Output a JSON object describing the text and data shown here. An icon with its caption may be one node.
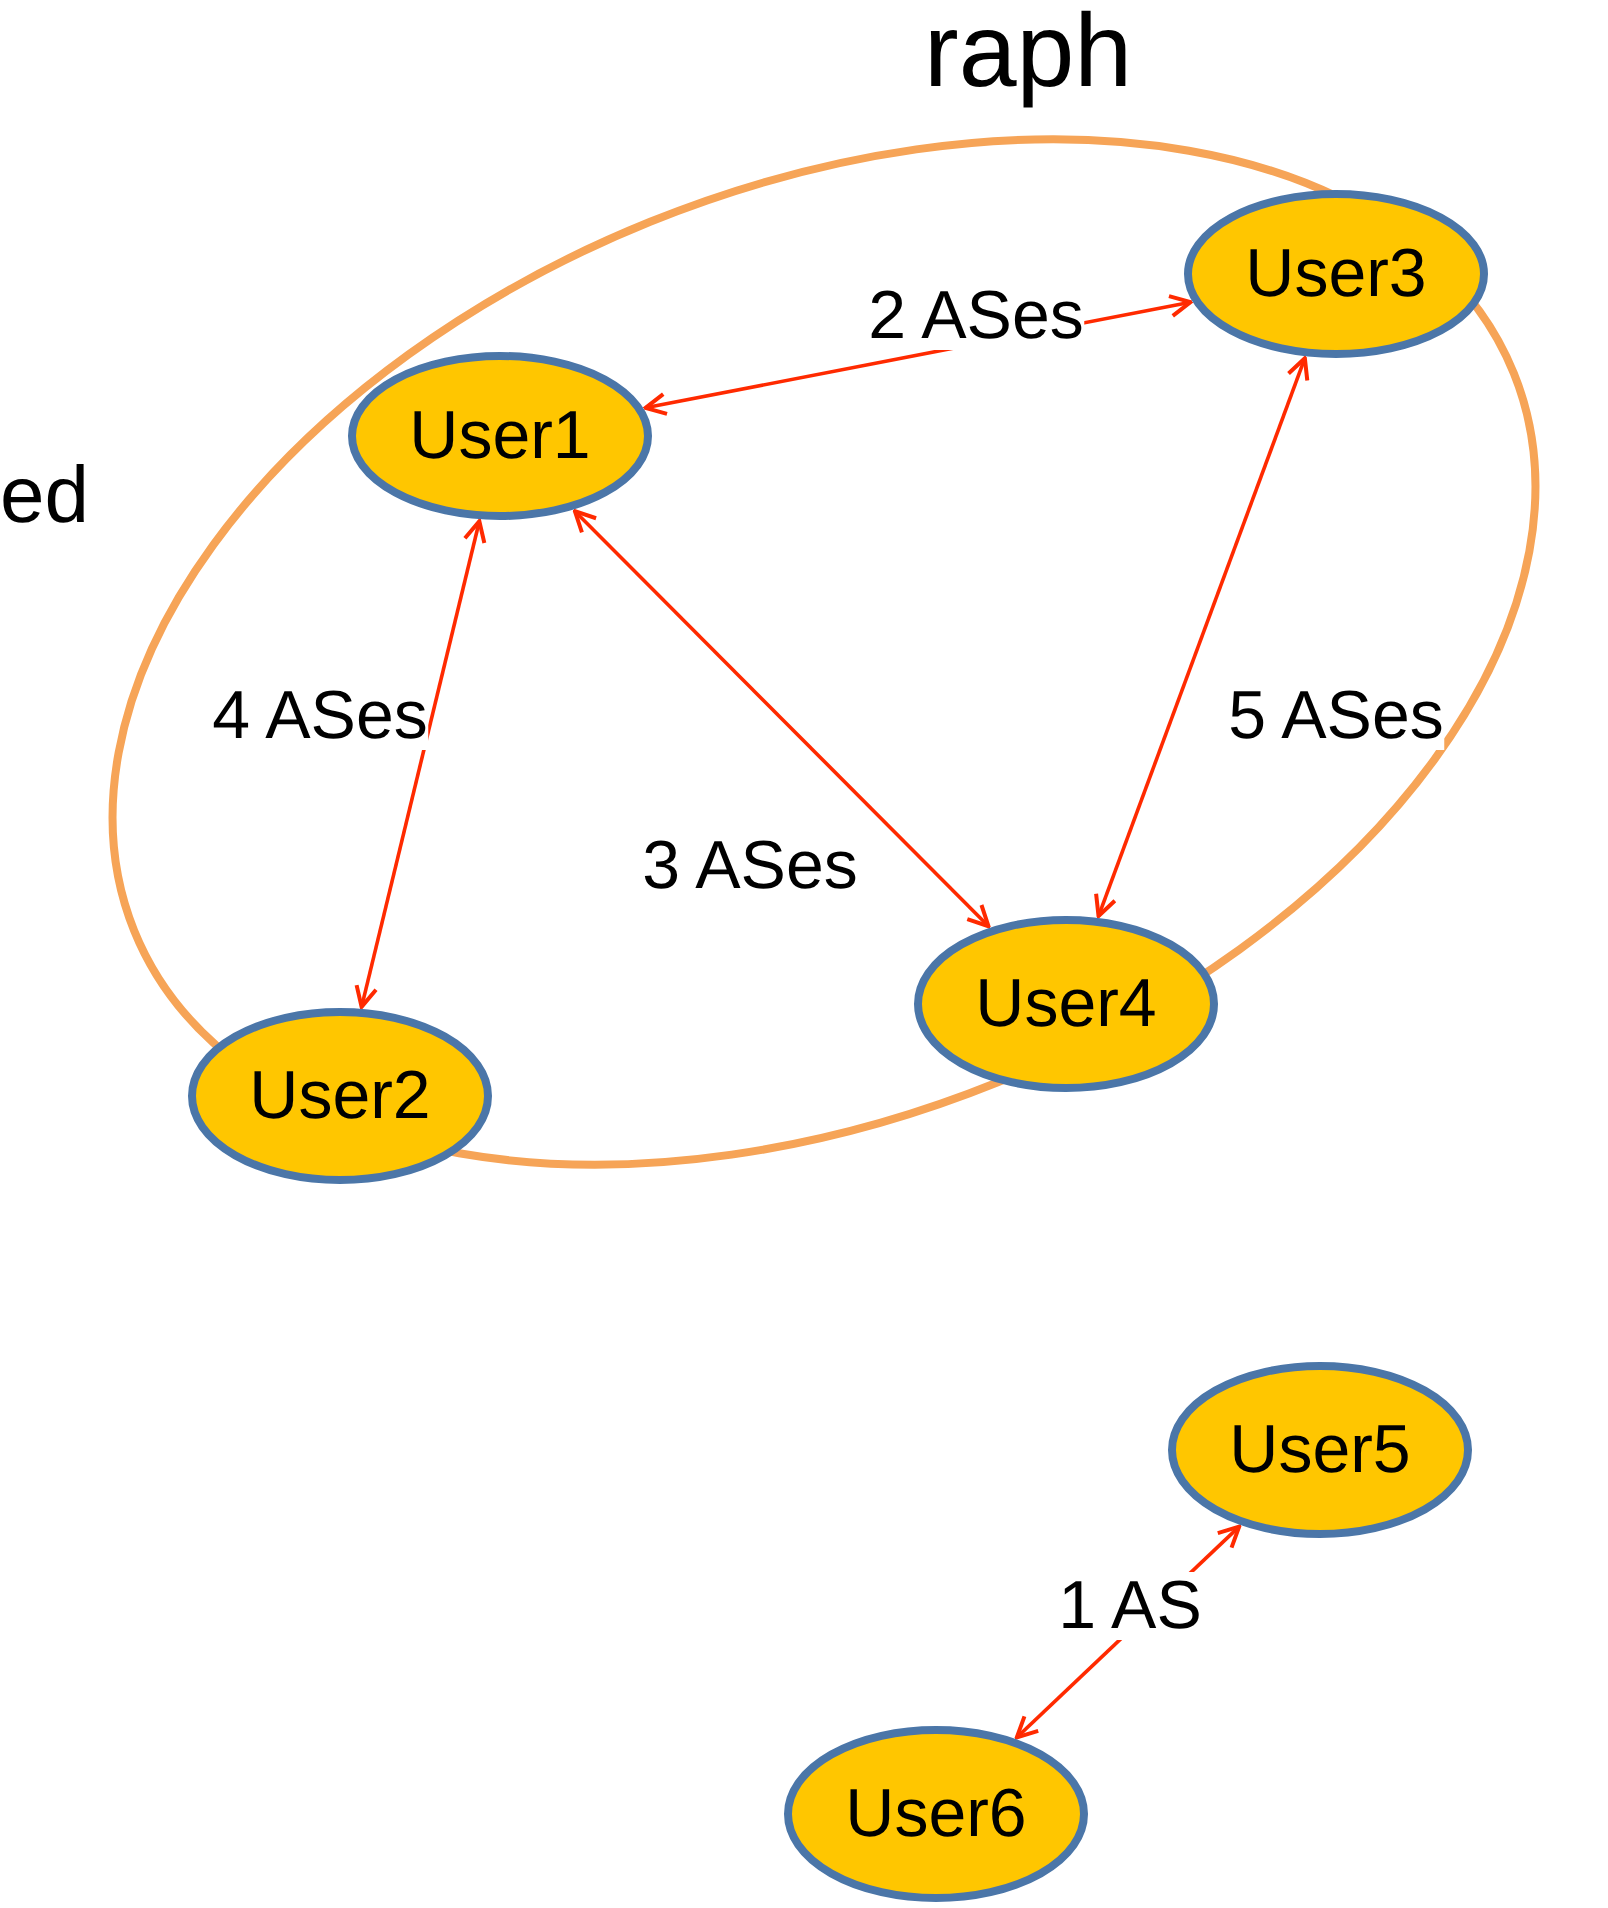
{
  "diagram": {
    "nodes": [
      {
        "text": [],
        "shape": "ellipse"
      },
      {
        "text": [
          "User3"
        ],
        "in": 0
      },
      {
        "text": [
          "User1"
        ],
        "in": 0
      },
      {
        "text": [
          "User4"
        ],
        "in": 0
      },
      {
        "text": [
          "User2"
        ],
        "in": 0
      },
      {
        "text": [
          "User5"
        ]
      },
      {
        "text": [
          "User6"
        ]
      }
    ],
    "edges": [
      {
        "from": 2,
        "to": 1,
        "arrow": "both",
        "label": "2 ASes"
      },
      {
        "from": 2,
        "to": 4,
        "arrow": "both",
        "label": "4 ASes"
      },
      {
        "from": 2,
        "to": 3,
        "arrow": "both",
        "label": "3 ASes"
      },
      {
        "from": 1,
        "to": 3,
        "arrow": "both",
        "label": "5 ASes"
      },
      {
        "from": 5,
        "to": 6,
        "arrow": "both",
        "label": "1 AS"
      }
    ],
    "labels": [
      "raph",
      "ed"
    ]
  }
}
